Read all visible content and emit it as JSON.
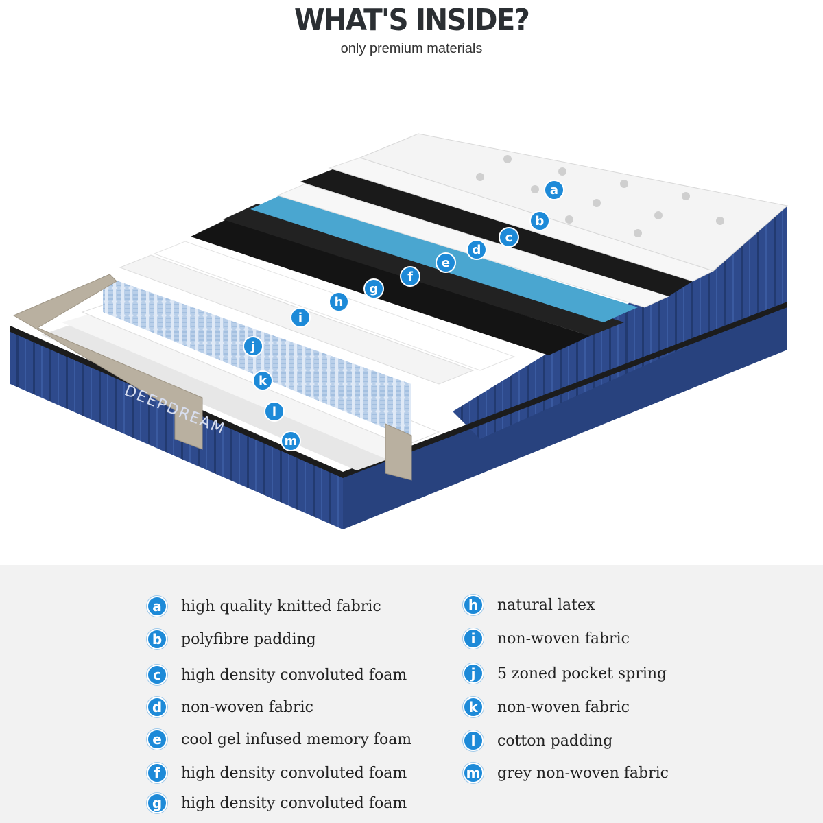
{
  "header": {
    "title": "WHAT'S INSIDE?",
    "subtitle": "only premium materials"
  },
  "brand": {
    "logo_text": "DEEPDREAM"
  },
  "colors": {
    "badge": "#1d8ad8",
    "mattress_side": "#2e4a8c",
    "gel_foam": "#4aa6d0",
    "legend_bg": "#f2f2f2"
  },
  "diagram_letters": [
    "a",
    "b",
    "c",
    "d",
    "e",
    "f",
    "g",
    "h",
    "i",
    "j",
    "k",
    "l",
    "m"
  ],
  "legend": {
    "left": [
      {
        "letter": "a",
        "text": "high quality knitted fabric"
      },
      {
        "letter": "b",
        "text": "polyfibre padding"
      },
      {
        "letter": "c",
        "text": "high density convoluted foam"
      },
      {
        "letter": "d",
        "text": "non-woven fabric"
      },
      {
        "letter": "e",
        "text": "cool gel infused memory foam"
      },
      {
        "letter": "f",
        "text": "high density convoluted foam"
      },
      {
        "letter": "g",
        "text": "high density convoluted foam"
      }
    ],
    "right": [
      {
        "letter": "h",
        "text": "natural latex"
      },
      {
        "letter": "i",
        "text": "non-woven fabric"
      },
      {
        "letter": "j",
        "text": "5 zoned pocket spring"
      },
      {
        "letter": "k",
        "text": "non-woven fabric"
      },
      {
        "letter": "l",
        "text": "cotton padding"
      },
      {
        "letter": "m",
        "text": "grey non-woven fabric"
      }
    ]
  }
}
